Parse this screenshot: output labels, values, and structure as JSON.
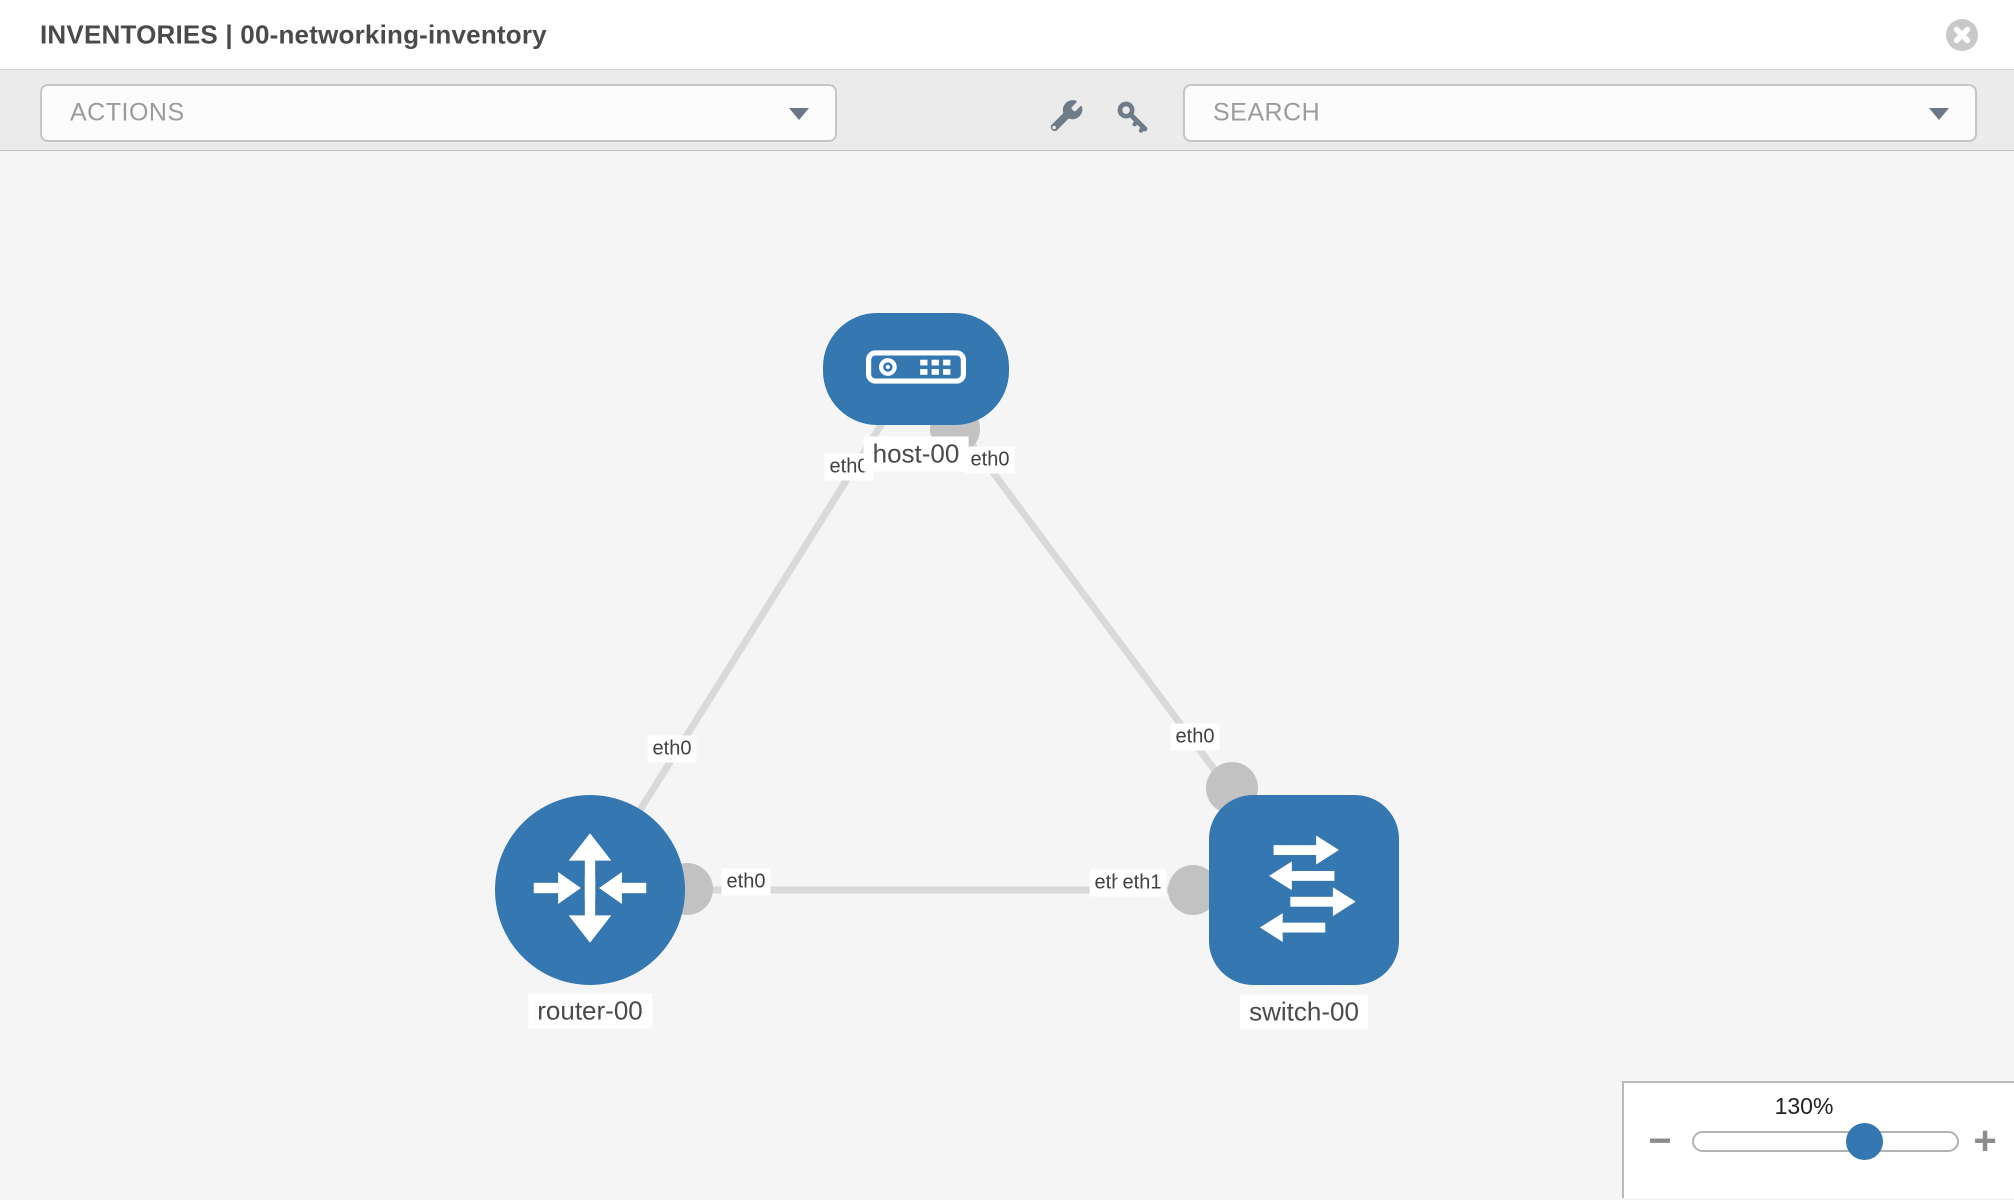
{
  "header": {
    "title": "INVENTORIES | 00-networking-inventory"
  },
  "toolbar": {
    "actions_placeholder": "ACTIONS",
    "search_placeholder": "SEARCH"
  },
  "icons": {
    "close": "circle-x-icon",
    "wrench": "wrench-icon",
    "key": "key-icon",
    "actions_chevron": "chevron-down-icon",
    "search_chevron": "chevron-down-icon",
    "zoom_out": "minus-icon",
    "zoom_in": "plus-icon",
    "host": "host-device-icon",
    "router": "router-arrows-icon",
    "switch": "switch-arrows-icon"
  },
  "colors": {
    "node_blue": "#3577b1",
    "link_gray": "#d9d9d9",
    "port_gray": "#c2c2c2",
    "canvas_bg": "#f5f5f5",
    "toolbar_bg": "#ebebeb",
    "icon_slate": "#6f7b86",
    "title_text": "#4a4a4a"
  },
  "topology": {
    "nodes": [
      {
        "id": "host-00",
        "type": "host",
        "label": "host-00"
      },
      {
        "id": "router-00",
        "type": "router",
        "label": "router-00"
      },
      {
        "id": "switch-00",
        "type": "switch",
        "label": "switch-00"
      }
    ],
    "links": [
      {
        "from": "host-00",
        "to": "router-00",
        "from_interface": "eth0",
        "to_interface": "eth0"
      },
      {
        "from": "host-00",
        "to": "switch-00",
        "from_interface": "eth0",
        "to_interface": "eth0"
      },
      {
        "from": "router-00",
        "to": "switch-00",
        "from_interface": "eth0",
        "to_interface": "eth1",
        "overlapped_label": "eth0"
      }
    ]
  },
  "zoom_control": {
    "value": "130%",
    "minus_label": "−",
    "plus_label": "+"
  }
}
